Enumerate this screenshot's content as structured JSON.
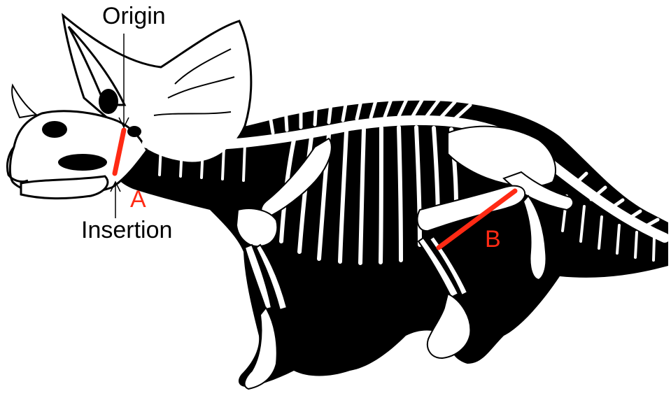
{
  "labels": {
    "origin": "Origin",
    "insertion": "Insertion",
    "muscle_a": "A",
    "muscle_b": "B"
  },
  "colors": {
    "muscle": "#ff2a14",
    "silhouette": "#000000",
    "bone": "#ffffff",
    "background": "#ffffff"
  },
  "icons": {
    "origin_pointer": "arrow-down-icon",
    "insertion_pointer": "arrow-up-icon"
  }
}
